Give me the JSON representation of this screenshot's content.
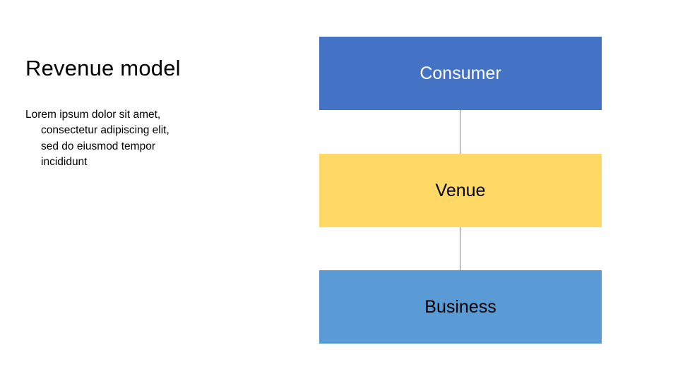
{
  "slide": {
    "title": "Revenue model",
    "body": {
      "line1": "Lorem ipsum dolor sit amet,",
      "line2": "consectetur adipiscing elit,",
      "line3": "sed do eiusmod tempor",
      "line4": "incididunt"
    }
  },
  "chart_data": {
    "type": "diagram",
    "title": "Revenue model",
    "layout": "vertical-flow",
    "nodes": [
      {
        "label": "Consumer",
        "fill": "#4472C4",
        "text_color": "#FFFFFF"
      },
      {
        "label": "Venue",
        "fill": "#FFD966",
        "text_color": "#000000"
      },
      {
        "label": "Business",
        "fill": "#5B9BD5",
        "text_color": "#000000"
      }
    ],
    "connectors": [
      {
        "from": "Consumer",
        "to": "Venue",
        "color": "#808080"
      },
      {
        "from": "Venue",
        "to": "Business",
        "color": "#808080"
      }
    ]
  }
}
